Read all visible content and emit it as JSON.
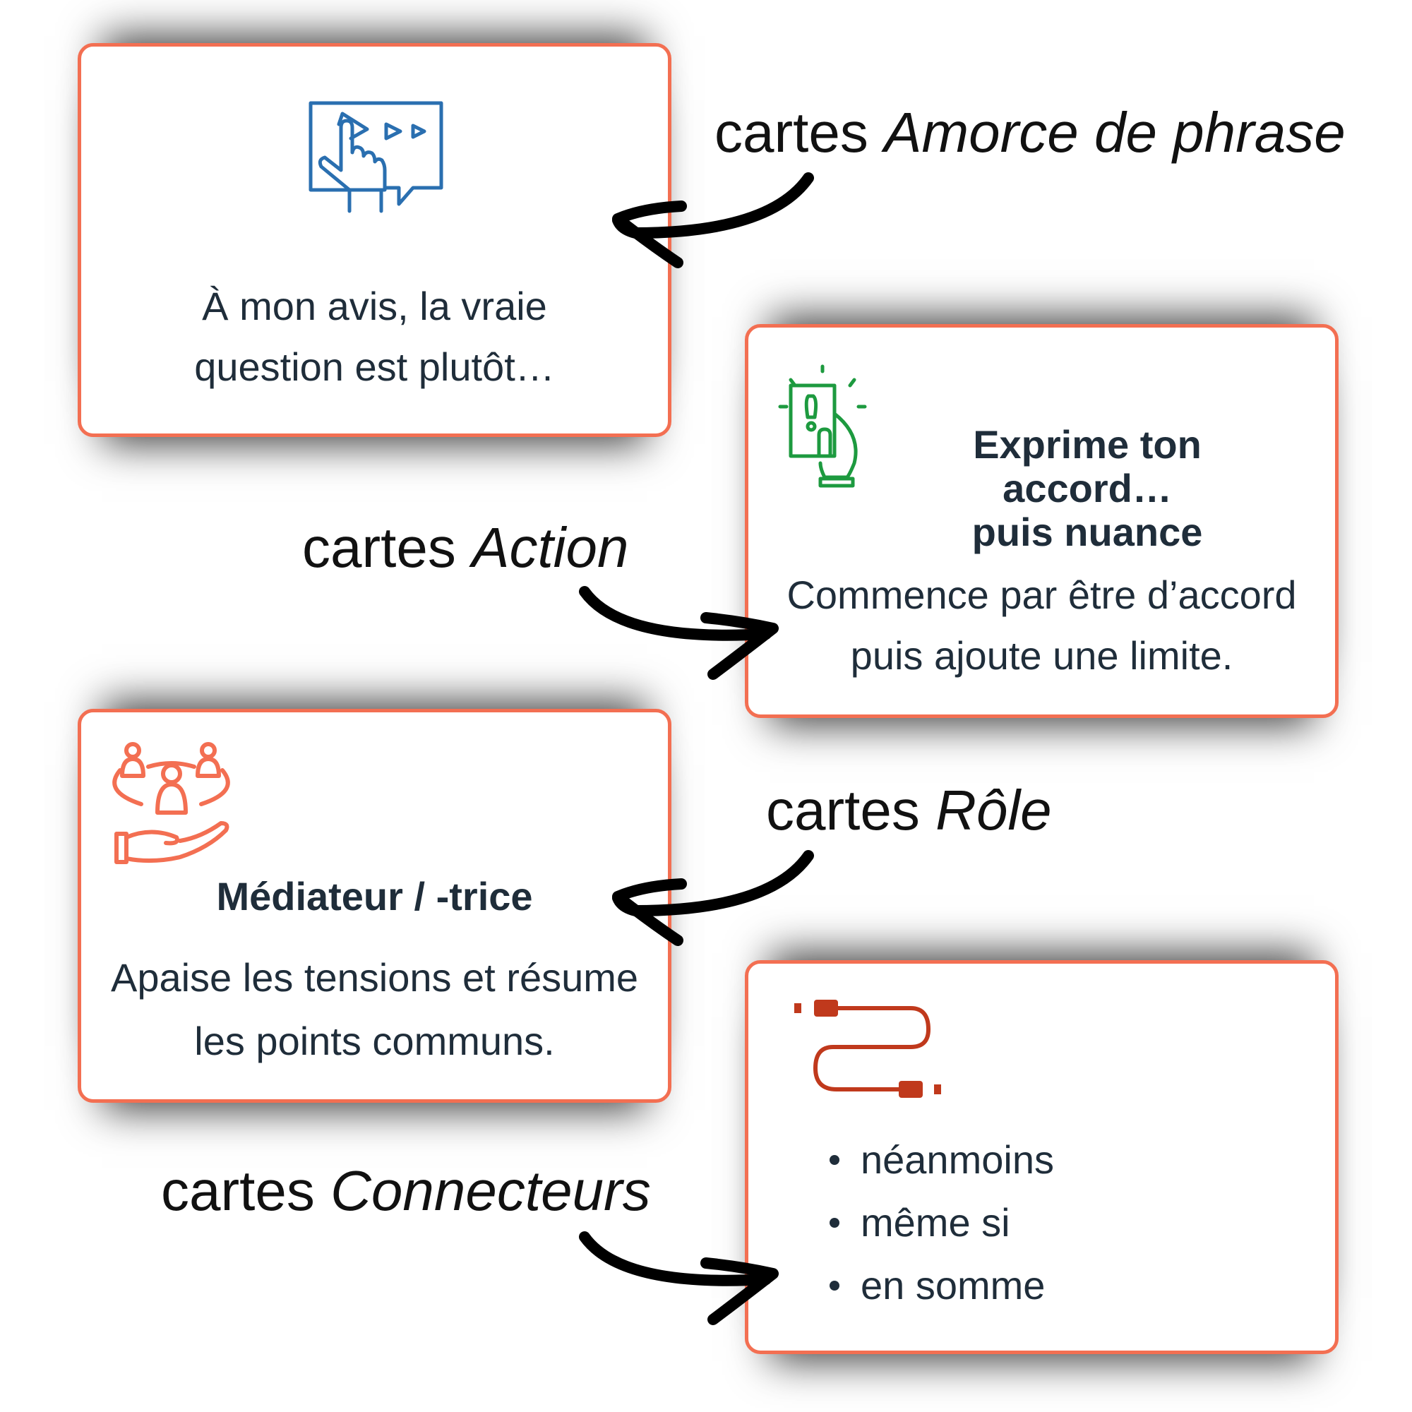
{
  "labels": {
    "amorce": {
      "prefix": "cartes",
      "name": "Amorce de phrase"
    },
    "action": {
      "prefix": "cartes",
      "name": "Action"
    },
    "role": {
      "prefix": "cartes",
      "name": "Rôle"
    },
    "connecteurs": {
      "prefix": "cartes",
      "name": "Connecteurs"
    }
  },
  "cards": {
    "amorce": {
      "icon": "video-touch-icon",
      "lines": [
        "À mon avis, la vraie",
        "question est plutôt…"
      ],
      "color": "#2a6fb0"
    },
    "action": {
      "icon": "card-hand-icon",
      "title": [
        "Exprime ton",
        "accord…",
        "puis nuance"
      ],
      "lines": [
        "Commence par être d’accord",
        "puis ajoute une limite."
      ],
      "color": "#1d9a3f"
    },
    "role": {
      "icon": "mediator-group-hand-icon",
      "title": "Médiateur / -trice",
      "lines": [
        "Apaise les tensions et résume",
        "les points communs."
      ],
      "color": "#f36f52"
    },
    "connecteurs": {
      "icon": "cable-icon",
      "items": [
        "néanmoins",
        "même si",
        "en somme"
      ],
      "color": "#c0391c"
    }
  },
  "colors": {
    "card_border": "#f36f52",
    "text": "#1f2d3a"
  }
}
